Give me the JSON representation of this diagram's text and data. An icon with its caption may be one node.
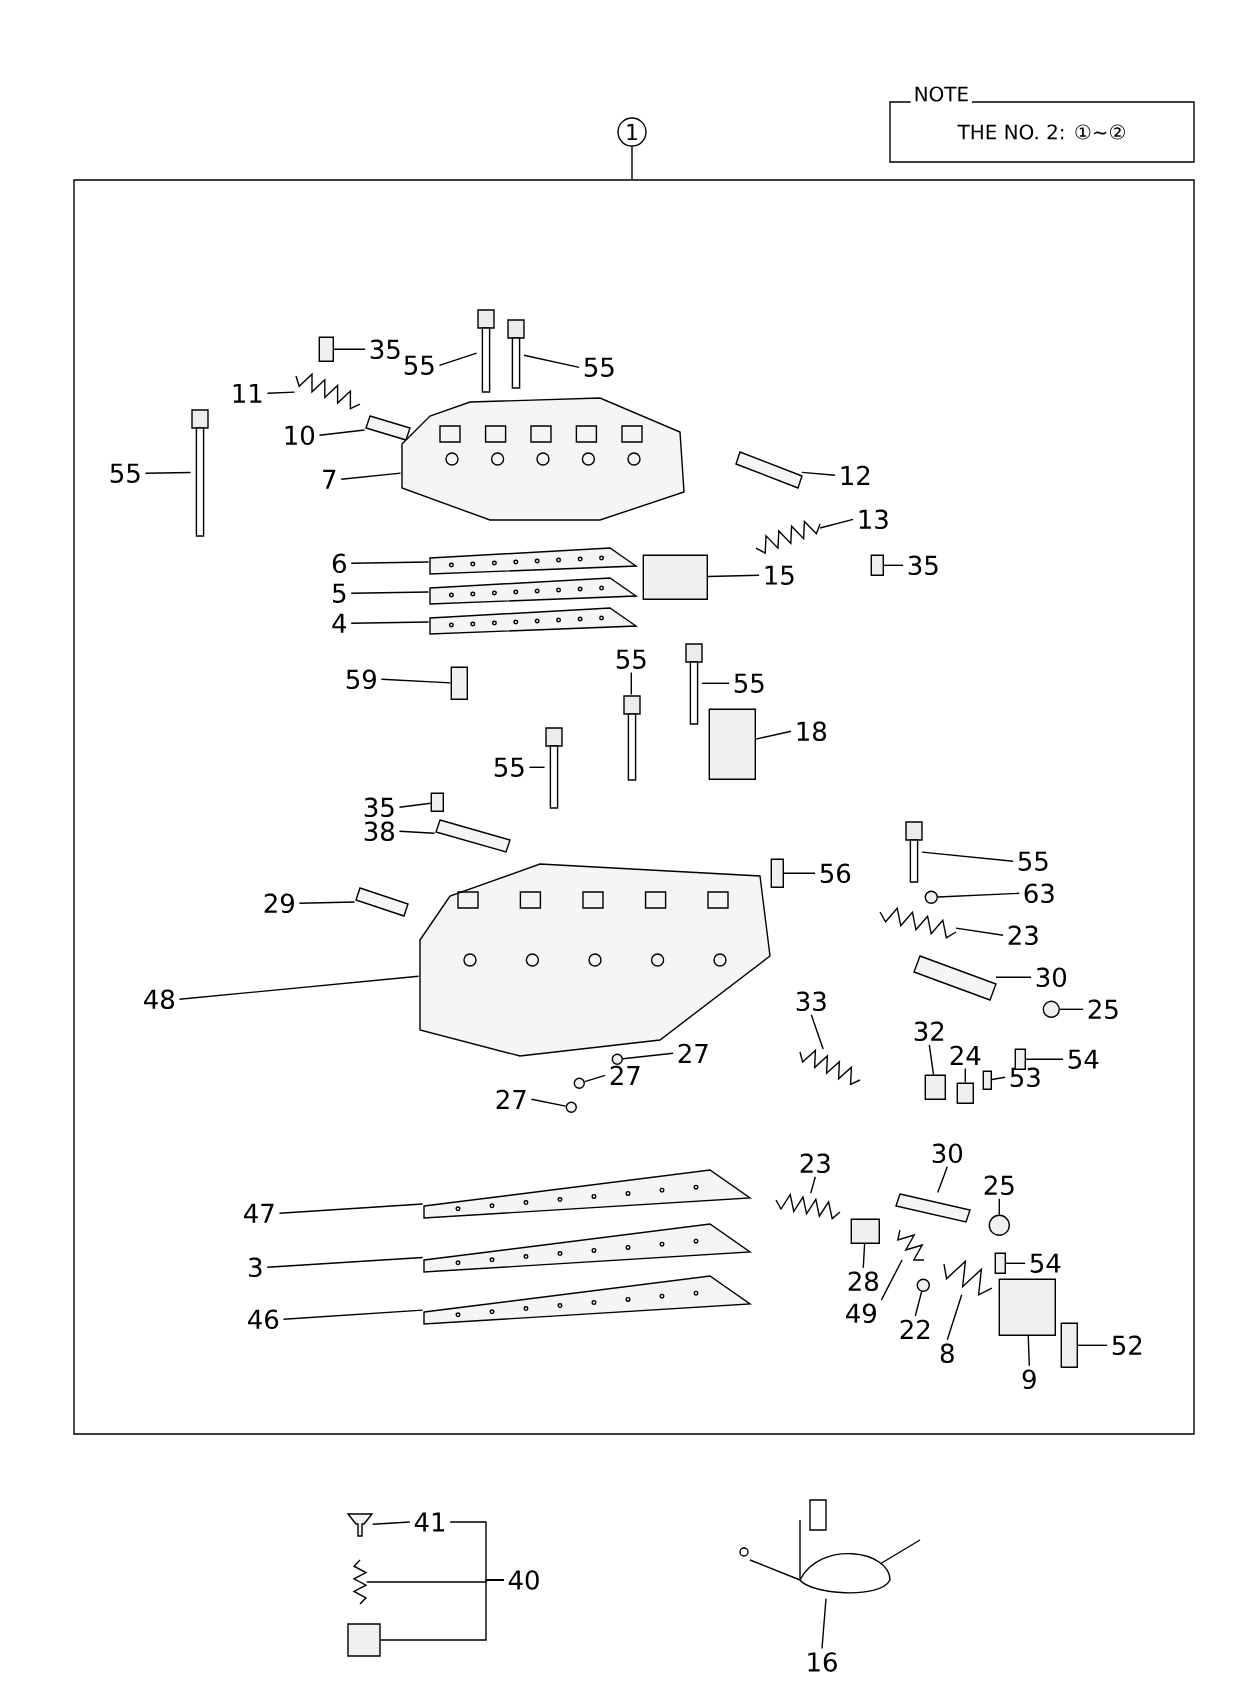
{
  "diagram": {
    "nodes": [
      {
        "text": [
          "NOTE",
          "THE NO. 2: ①~②"
        ]
      },
      {
        "text": [
          "1"
        ]
      },
      {
        "text": [],
        "shape": "box"
      },
      {
        "text": [
          "35"
        ],
        "in": 2
      },
      {
        "text": [
          "55"
        ],
        "in": 2
      },
      {
        "text": [
          "55"
        ],
        "in": 2
      },
      {
        "text": [
          "11"
        ],
        "in": 2
      },
      {
        "text": [
          "10"
        ],
        "in": 2
      },
      {
        "text": [
          "55"
        ],
        "in": 2
      },
      {
        "text": [
          "7"
        ],
        "in": 2
      },
      {
        "text": [
          "12"
        ],
        "in": 2
      },
      {
        "text": [
          "6"
        ],
        "in": 2
      },
      {
        "text": [
          "13"
        ],
        "in": 2
      },
      {
        "text": [
          "5"
        ],
        "in": 2
      },
      {
        "text": [
          "15"
        ],
        "in": 2
      },
      {
        "text": [
          "35"
        ],
        "in": 2
      },
      {
        "text": [
          "4"
        ],
        "in": 2
      },
      {
        "text": [
          "55"
        ],
        "in": 2
      },
      {
        "text": [
          "55"
        ],
        "in": 2
      },
      {
        "text": [
          "59"
        ],
        "in": 2
      },
      {
        "text": [
          "18"
        ],
        "in": 2
      },
      {
        "text": [
          "55"
        ],
        "in": 2
      },
      {
        "text": [
          "35"
        ],
        "in": 2
      },
      {
        "text": [
          "38"
        ],
        "in": 2
      },
      {
        "text": [
          "56"
        ],
        "in": 2
      },
      {
        "text": [
          "55"
        ],
        "in": 2
      },
      {
        "text": [
          "63"
        ],
        "in": 2
      },
      {
        "text": [
          "29"
        ],
        "in": 2
      },
      {
        "text": [
          "23"
        ],
        "in": 2
      },
      {
        "text": [
          "30"
        ],
        "in": 2
      },
      {
        "text": [
          "48"
        ],
        "in": 2
      },
      {
        "text": [
          "33"
        ],
        "in": 2
      },
      {
        "text": [
          "25"
        ],
        "in": 2
      },
      {
        "text": [
          "32"
        ],
        "in": 2
      },
      {
        "text": [
          "24"
        ],
        "in": 2
      },
      {
        "text": [
          "27"
        ],
        "in": 2
      },
      {
        "text": [
          "54"
        ],
        "in": 2
      },
      {
        "text": [
          "27"
        ],
        "in": 2
      },
      {
        "text": [
          "53"
        ],
        "in": 2
      },
      {
        "text": [
          "27"
        ],
        "in": 2
      },
      {
        "text": [
          "23"
        ],
        "in": 2
      },
      {
        "text": [
          "30"
        ],
        "in": 2
      },
      {
        "text": [
          "25"
        ],
        "in": 2
      },
      {
        "text": [
          "47"
        ],
        "in": 2
      },
      {
        "text": [
          "54"
        ],
        "in": 2
      },
      {
        "text": [
          "3"
        ],
        "in": 2
      },
      {
        "text": [
          "28"
        ],
        "in": 2
      },
      {
        "text": [
          "49"
        ],
        "in": 2
      },
      {
        "text": [
          "46"
        ],
        "in": 2
      },
      {
        "text": [
          "22"
        ],
        "in": 2
      },
      {
        "text": [
          "8"
        ],
        "in": 2
      },
      {
        "text": [
          "52"
        ],
        "in": 2
      },
      {
        "text": [
          "9"
        ],
        "in": 2
      },
      {
        "text": [
          "41"
        ]
      },
      {
        "text": [
          "40"
        ]
      },
      {
        "text": [
          "16"
        ]
      },
      {
        "text": [],
        "shape": "box",
        "in": 2
      },
      {
        "text": [],
        "shape": "picture",
        "in": 2
      },
      {
        "text": [],
        "shape": "picture",
        "in": 2
      },
      {
        "text": [],
        "shape": "picture",
        "in": 2
      },
      {
        "text": [],
        "shape": "bar",
        "in": 2
      },
      {
        "text": [],
        "shape": "picture",
        "in": 2
      },
      {
        "text": [],
        "shape": "picture",
        "in": 2
      },
      {
        "text": [],
        "shape": "bar",
        "in": 2
      },
      {
        "text": [],
        "shape": "picture",
        "in": 2
      },
      {
        "text": [],
        "shape": "picture",
        "in": 2
      },
      {
        "text": [],
        "shape": "picture",
        "in": 2
      },
      {
        "text": [],
        "shape": "box",
        "in": 2
      },
      {
        "text": [],
        "shape": "box",
        "in": 2
      },
      {
        "text": [],
        "shape": "picture",
        "in": 2
      },
      {
        "text": [],
        "shape": "picture",
        "in": 2
      },
      {
        "text": [],
        "shape": "picture",
        "in": 2
      },
      {
        "text": [],
        "shape": "box",
        "in": 2
      },
      {
        "text": [],
        "shape": "box",
        "in": 2
      },
      {
        "text": [],
        "shape": "picture",
        "in": 2
      },
      {
        "text": [],
        "shape": "box",
        "in": 2
      },
      {
        "text": [],
        "shape": "bar",
        "in": 2
      },
      {
        "text": [],
        "shape": "box",
        "in": 2
      },
      {
        "text": [],
        "shape": "picture",
        "in": 2
      },
      {
        "text": [],
        "shape": "circle",
        "in": 2
      },
      {
        "text": [],
        "shape": "bar",
        "in": 2
      },
      {
        "text": [],
        "shape": "picture",
        "in": 2
      },
      {
        "text": [],
        "shape": "bar",
        "in": 2
      },
      {
        "text": [],
        "shape": "picture",
        "in": 2
      },
      {
        "text": [],
        "shape": "picture",
        "in": 2
      },
      {
        "text": [],
        "shape": "circle",
        "in": 2
      },
      {
        "text": [],
        "shape": "box",
        "in": 2
      },
      {
        "text": [],
        "shape": "box",
        "in": 2
      },
      {
        "text": [],
        "shape": "circle",
        "in": 2
      },
      {
        "text": [],
        "shape": "box",
        "in": 2
      },
      {
        "text": [],
        "shape": "circle",
        "in": 2
      },
      {
        "text": [],
        "shape": "box",
        "in": 2
      },
      {
        "text": [],
        "shape": "circle",
        "in": 2
      },
      {
        "text": [],
        "shape": "picture",
        "in": 2
      },
      {
        "text": [],
        "shape": "bar",
        "in": 2
      },
      {
        "text": [],
        "shape": "circle",
        "in": 2
      },
      {
        "text": [],
        "shape": "picture",
        "in": 2
      },
      {
        "text": [],
        "shape": "box",
        "in": 2
      },
      {
        "text": [],
        "shape": "picture",
        "in": 2
      },
      {
        "text": [],
        "shape": "box",
        "in": 2
      },
      {
        "text": [],
        "shape": "picture",
        "in": 2
      },
      {
        "text": [],
        "shape": "picture",
        "in": 2
      },
      {
        "text": [],
        "shape": "circle",
        "in": 2
      },
      {
        "text": [],
        "shape": "picture",
        "in": 2
      },
      {
        "text": [],
        "shape": "box",
        "in": 2
      },
      {
        "text": [],
        "shape": "box",
        "in": 2
      },
      {
        "text": [],
        "shape": "picture"
      },
      {
        "text": [],
        "shape": "picture"
      },
      {
        "text": [],
        "shape": "box"
      },
      {
        "text": [],
        "shape": "picture"
      }
    ],
    "edges": [
      {
        "from": 1,
        "to": 2,
        "arrow": "none"
      },
      {
        "from": 3,
        "to": 56,
        "arrow": "none"
      },
      {
        "from": 4,
        "to": 57,
        "arrow": "none"
      },
      {
        "from": 5,
        "to": 58,
        "arrow": "none"
      },
      {
        "from": 6,
        "to": 59,
        "arrow": "none"
      },
      {
        "from": 7,
        "to": 60,
        "arrow": "none"
      },
      {
        "from": 8,
        "to": 61,
        "arrow": "none"
      },
      {
        "from": 9,
        "to": 62,
        "arrow": "none"
      },
      {
        "from": 10,
        "to": 63,
        "arrow": "none"
      },
      {
        "from": 11,
        "to": 64,
        "arrow": "none"
      },
      {
        "from": 12,
        "to": 65,
        "arrow": "none"
      },
      {
        "from": 13,
        "to": 66,
        "arrow": "none"
      },
      {
        "from": 14,
        "to": 67,
        "arrow": "none"
      },
      {
        "from": 15,
        "to": 68,
        "arrow": "none"
      },
      {
        "from": 16,
        "to": 69,
        "arrow": "none"
      },
      {
        "from": 17,
        "to": 70,
        "arrow": "none"
      },
      {
        "from": 18,
        "to": 71,
        "arrow": "none"
      },
      {
        "from": 19,
        "to": 72,
        "arrow": "none"
      },
      {
        "from": 20,
        "to": 73,
        "arrow": "none"
      },
      {
        "from": 21,
        "to": 74,
        "arrow": "none"
      },
      {
        "from": 22,
        "to": 75,
        "arrow": "none"
      },
      {
        "from": 23,
        "to": 76,
        "arrow": "none"
      },
      {
        "from": 24,
        "to": 77,
        "arrow": "none"
      },
      {
        "from": 25,
        "to": 78,
        "arrow": "none"
      },
      {
        "from": 26,
        "to": 79,
        "arrow": "none"
      },
      {
        "from": 27,
        "to": 80,
        "arrow": "none"
      },
      {
        "from": 28,
        "to": 81,
        "arrow": "none"
      },
      {
        "from": 29,
        "to": 82,
        "arrow": "none"
      },
      {
        "from": 30,
        "to": 83,
        "arrow": "none"
      },
      {
        "from": 31,
        "to": 84,
        "arrow": "none"
      },
      {
        "from": 32,
        "to": 85,
        "arrow": "none"
      },
      {
        "from": 33,
        "to": 86,
        "arrow": "none"
      },
      {
        "from": 34,
        "to": 87,
        "arrow": "none"
      },
      {
        "from": 35,
        "to": 88,
        "arrow": "none"
      },
      {
        "from": 36,
        "to": 89,
        "arrow": "none"
      },
      {
        "from": 37,
        "to": 90,
        "arrow": "none"
      },
      {
        "from": 38,
        "to": 91,
        "arrow": "none"
      },
      {
        "from": 39,
        "to": 92,
        "arrow": "none"
      },
      {
        "from": 40,
        "to": 93,
        "arrow": "none"
      },
      {
        "from": 41,
        "to": 94,
        "arrow": "none"
      },
      {
        "from": 42,
        "to": 95,
        "arrow": "none"
      },
      {
        "from": 43,
        "to": 96,
        "arrow": "none"
      },
      {
        "from": 44,
        "to": 97,
        "arrow": "none"
      },
      {
        "from": 45,
        "to": 98,
        "arrow": "none"
      },
      {
        "from": 46,
        "to": 99,
        "arrow": "none"
      },
      {
        "from": 47,
        "to": 100,
        "arrow": "none"
      },
      {
        "from": 48,
        "to": 101,
        "arrow": "none"
      },
      {
        "from": 49,
        "to": 102,
        "arrow": "none"
      },
      {
        "from": 50,
        "to": 103,
        "arrow": "none"
      },
      {
        "from": 51,
        "to": 104,
        "arrow": "none"
      },
      {
        "from": 52,
        "to": 105,
        "arrow": "none"
      },
      {
        "from": 53,
        "to": 106,
        "arrow": "none"
      },
      {
        "from": 54,
        "to": 53,
        "arrow": "none"
      },
      {
        "from": 54,
        "to": 107,
        "arrow": "none"
      },
      {
        "from": 54,
        "to": 108,
        "arrow": "none"
      },
      {
        "from": 55,
        "to": 109,
        "arrow": "none"
      }
    ]
  }
}
